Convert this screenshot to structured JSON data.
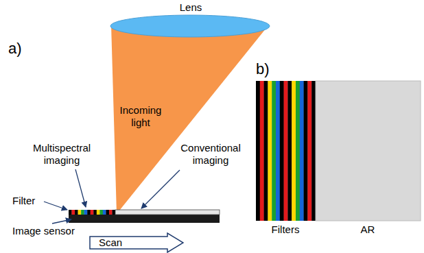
{
  "diagram": {
    "nodes": [
      {
        "text": [
          "Scan"
        ]
      }
    ],
    "labels": [
      "a)",
      "Lens",
      "Incoming light",
      "Multispectral imaging",
      "Conventional imaging",
      "Filter",
      "Image sensor",
      "b)",
      "Filters",
      "AR"
    ]
  }
}
